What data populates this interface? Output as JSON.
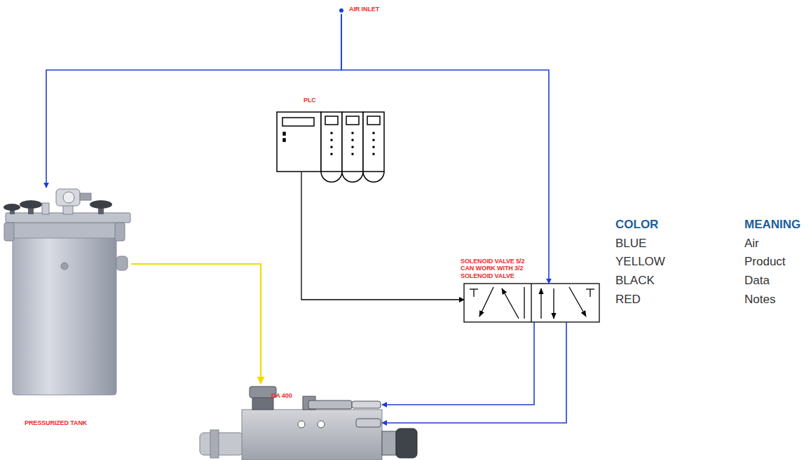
{
  "diagram": {
    "nodes": [
      {
        "text": [
          "AIR INLET"
        ]
      },
      {
        "text": [
          "PLC"
        ]
      },
      {
        "text": [
          "PRESSURIZED TANK"
        ]
      },
      {
        "text": [
          "SOLENOID VALVE 5/2 CAN WORK WITH 3/2 SOLENOID VALVE"
        ]
      },
      {
        "text": [
          "DA 400"
        ]
      }
    ],
    "edges": [
      {
        "from": 0,
        "to": 2,
        "arrow": "to"
      },
      {
        "from": 0,
        "to": 3,
        "arrow": "to"
      },
      {
        "from": 1,
        "to": 3,
        "arrow": "to"
      },
      {
        "from": 2,
        "to": 4,
        "arrow": "to"
      },
      {
        "from": 3,
        "to": 4,
        "arrow": "to"
      },
      {
        "from": 3,
        "to": 4,
        "arrow": "to"
      }
    ],
    "labels": [
      "COLOR",
      "MEANING",
      "BLUE",
      "Air",
      "YELLOW",
      "Product",
      "BLACK",
      "Data",
      "RED",
      "Notes"
    ]
  }
}
